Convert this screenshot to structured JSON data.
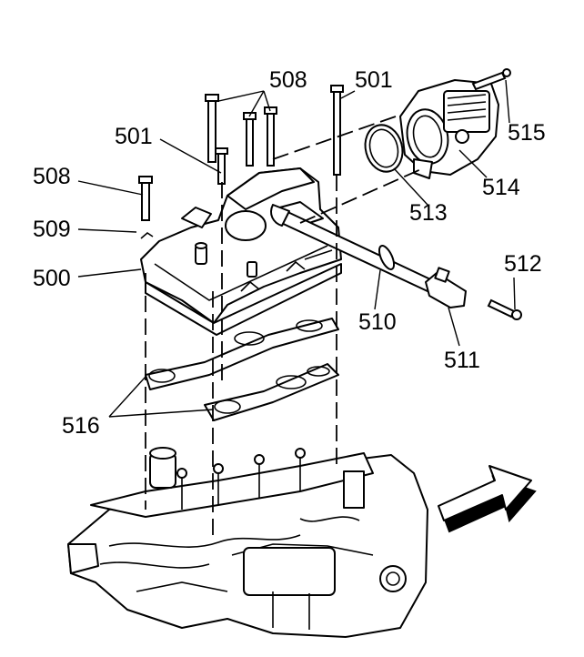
{
  "callouts": {
    "c500": "500",
    "c501a": "501",
    "c501b": "501",
    "c508a": "508",
    "c508b": "508",
    "c509": "509",
    "c510": "510",
    "c511": "511",
    "c512": "512",
    "c513": "513",
    "c514": "514",
    "c515": "515",
    "c516": "516"
  },
  "icons": {
    "direction_arrow": "forward-arrow-icon"
  }
}
